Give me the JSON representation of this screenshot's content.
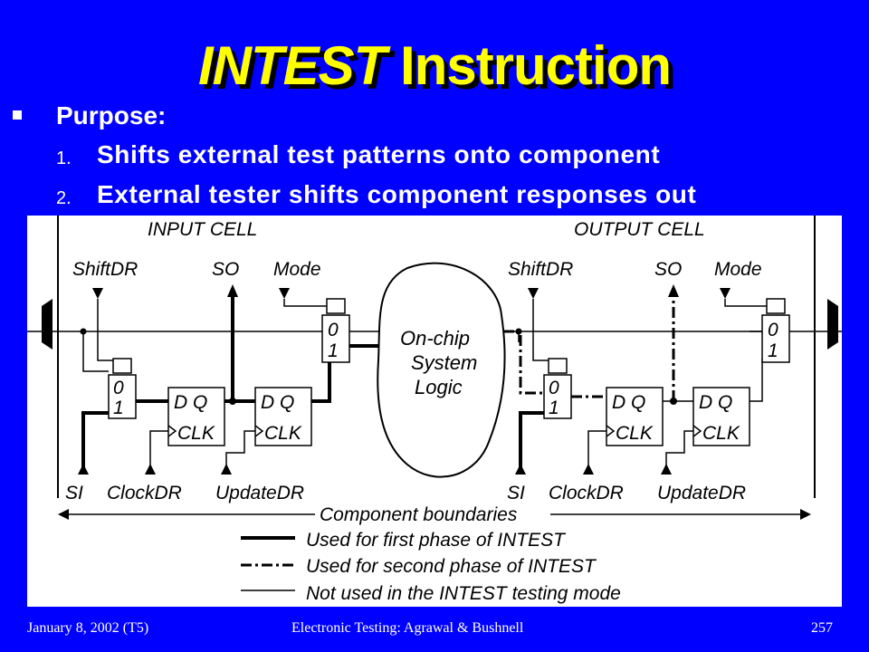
{
  "title": {
    "part1": "INTEST",
    "part2": " Instruction"
  },
  "bullet": {
    "label": "Purpose:"
  },
  "steps": [
    {
      "num": "1.",
      "text": "Shifts external test patterns onto component"
    },
    {
      "num": "2.",
      "text": "External tester shifts component responses out"
    }
  ],
  "diagram": {
    "input_cell": "INPUT CELL",
    "output_cell": "OUTPUT CELL",
    "shiftdr": "ShiftDR",
    "so": "SO",
    "mode": "Mode",
    "mux_0": "0",
    "mux_1": "1",
    "dq": "D Q",
    "clk": "CLK",
    "logic_l1": "On-chip",
    "logic_l2": "System",
    "logic_l3": "Logic",
    "si": "SI",
    "clockdr": "ClockDR",
    "updatedr": "UpdateDR",
    "boundaries": "Component boundaries",
    "legend": [
      "Used for first phase of INTEST",
      "Used for second phase of INTEST",
      "Not used in the INTEST testing mode"
    ]
  },
  "footer": {
    "date": "January 8, 2002 (T5)",
    "course": "Electronic Testing: Agrawal & Bushnell",
    "page": "257"
  },
  "colors": {
    "background": "#0000ff",
    "title": "#ffff00",
    "text": "#ffffff"
  }
}
